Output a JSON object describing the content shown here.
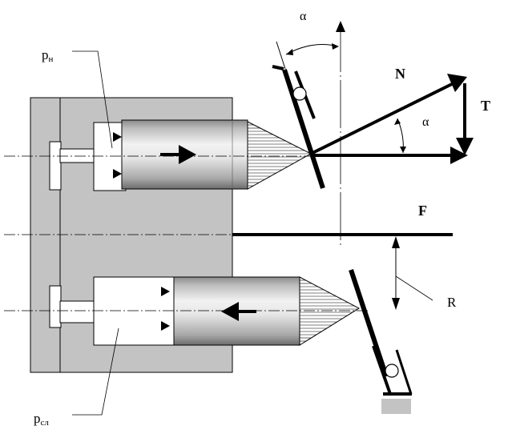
{
  "labels": {
    "alpha_top": "α",
    "normal_force": "N",
    "tangential_force": "T",
    "alpha_force": "α",
    "axial_force": "F",
    "radius": "R",
    "pressure_discharge": "p",
    "pressure_discharge_sub": "н",
    "pressure_drain": "p",
    "pressure_drain_sub": "сл"
  },
  "colors": {
    "housing_fill": "#c3c3c3",
    "line": "#000000",
    "support_block": "#c3c3c3"
  }
}
